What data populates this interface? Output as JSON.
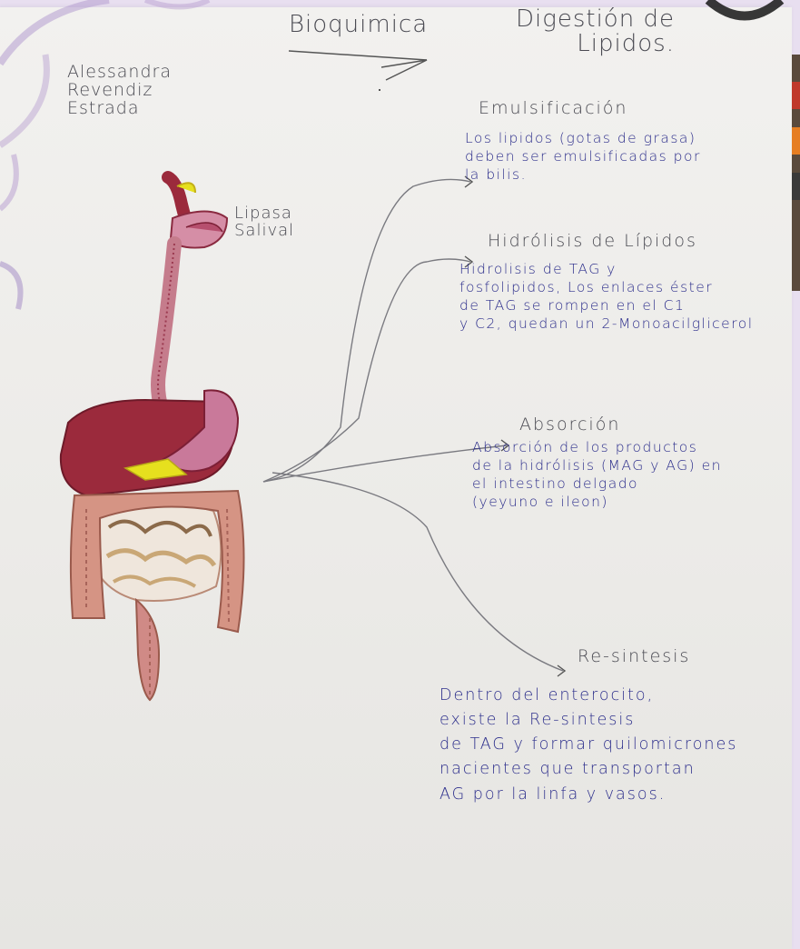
{
  "header": {
    "title_left": "Bioquimica",
    "title_right": "Digestión de\nLipidos."
  },
  "author": "Alessandra\nRevendiz\nEstrada",
  "organ_label": "Lipasa\nSalival",
  "sections": [
    {
      "title": "Emulsificación",
      "body": "Los lipidos (gotas de grasa)\ndeben ser emulsificadas por\nla bilis."
    },
    {
      "title": "Hidrólisis de Lípidos",
      "body": "Hidrolisis de TAG y\nfosfolipidos, Los enlaces éster\nde TAG se rompen en el C1\ny C2, quedan un 2-Monoacilglicerol"
    },
    {
      "title": "Absorción",
      "body": "Absorción de los productos\nde la hidrólisis (MAG y AG) en\nel intestino delgado\n(yeyuno e ileon)"
    },
    {
      "title": "Re-sintesis",
      "body": "Dentro del enterocito,\nexiste la Re-sintesis\nde TAG y formar quilomicrones\nnacientes que transportan\nAG por la linfa y vasos."
    }
  ],
  "colors": {
    "pencil": "#4a4a52",
    "ink_blue": "#2d2f8c",
    "organ_red": "#9b2a3c",
    "organ_pink": "#c9799a",
    "intestine": "#c98a7e",
    "bile_yellow": "#e6e01e"
  }
}
